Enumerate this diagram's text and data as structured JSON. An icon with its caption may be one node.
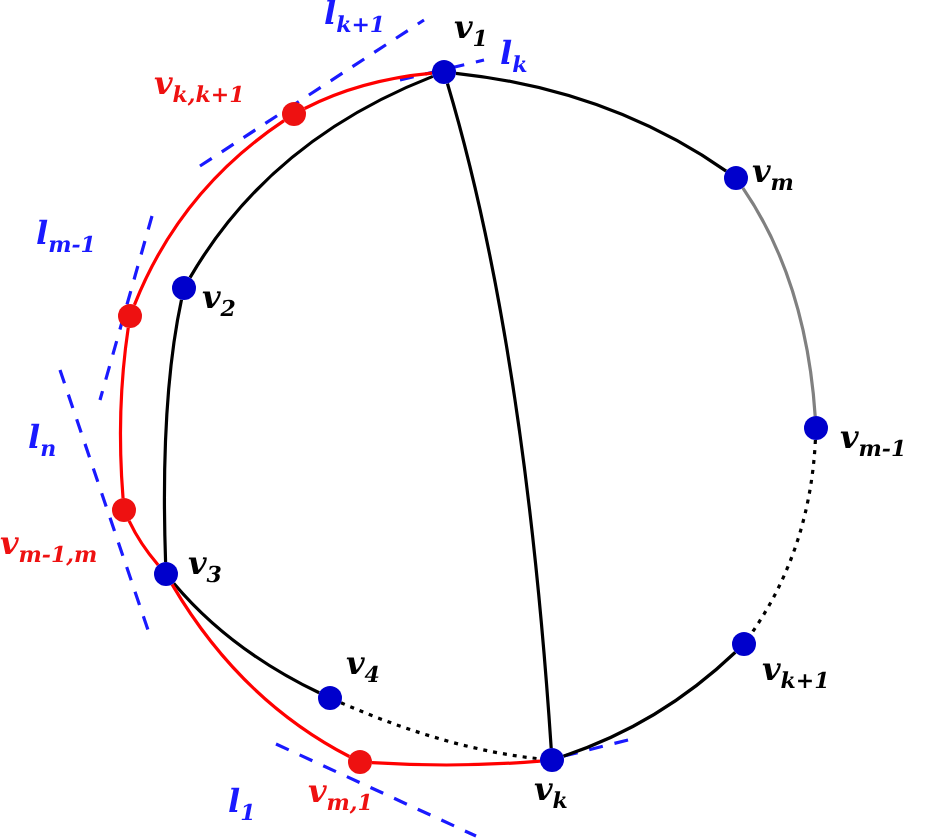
{
  "diagram": {
    "nodes": [
      {
        "text": [],
        "shape": "circle",
        "beside": [
          "v$_{1}$"
        ]
      },
      {
        "text": [],
        "shape": "circle",
        "beside": [
          "v$_{k,k+1}$"
        ]
      },
      {
        "text": [],
        "shape": "circle",
        "beside": [
          "v$_{m}$"
        ]
      },
      {
        "text": [],
        "shape": "circle",
        "beside": [
          "v$_{2}$"
        ]
      },
      {
        "text": [],
        "shape": "circle"
      },
      {
        "text": [],
        "shape": "circle",
        "beside": [
          "v$_{m-1}$"
        ]
      },
      {
        "text": [],
        "shape": "circle",
        "beside": [
          "v$_{m-1,m}$"
        ]
      },
      {
        "text": [],
        "shape": "circle",
        "beside": [
          "v$_{3}$"
        ]
      },
      {
        "text": [],
        "shape": "circle",
        "beside": [
          "v$_{k+1}$"
        ]
      },
      {
        "text": [],
        "shape": "circle",
        "beside": [
          "v$_{4}$"
        ]
      },
      {
        "text": [],
        "shape": "circle",
        "beside": [
          "v$_{m,1}$"
        ]
      },
      {
        "text": [],
        "shape": "circle",
        "beside": [
          "v$_{k}$"
        ]
      }
    ],
    "edges": [
      {
        "from": 0,
        "to": 2,
        "arrow": "none"
      },
      {
        "from": 2,
        "to": 5,
        "arrow": "none",
        "color": "#808080"
      },
      {
        "from": 5,
        "to": 8,
        "arrow": "none",
        "style": "dashed"
      },
      {
        "from": 8,
        "to": 11,
        "arrow": "none"
      },
      {
        "from": 0,
        "to": 3,
        "arrow": "none"
      },
      {
        "from": 3,
        "to": 7,
        "arrow": "none"
      },
      {
        "from": 7,
        "to": 9,
        "arrow": "none"
      },
      {
        "from": 9,
        "to": 11,
        "arrow": "none",
        "style": "dashed"
      },
      {
        "from": 0,
        "to": 11,
        "arrow": "none"
      },
      {
        "from": 0,
        "to": 1,
        "arrow": "none",
        "color": "#ff0000"
      },
      {
        "from": 1,
        "to": 4,
        "arrow": "none",
        "color": "#ff0000"
      },
      {
        "from": 4,
        "to": 6,
        "arrow": "none",
        "color": "#ff0000"
      },
      {
        "from": 6,
        "to": 7,
        "arrow": "none",
        "color": "#ff0000"
      },
      {
        "from": 7,
        "to": 10,
        "arrow": "none",
        "color": "#ff0000"
      },
      {
        "from": 10,
        "to": 11,
        "arrow": "none",
        "color": "#ff0000"
      }
    ],
    "labels": [
      "l$_{k+1}$",
      "l$_{k}$",
      "l$_{m-1}$",
      "l$_{n}$",
      "l$_{1}$"
    ]
  }
}
